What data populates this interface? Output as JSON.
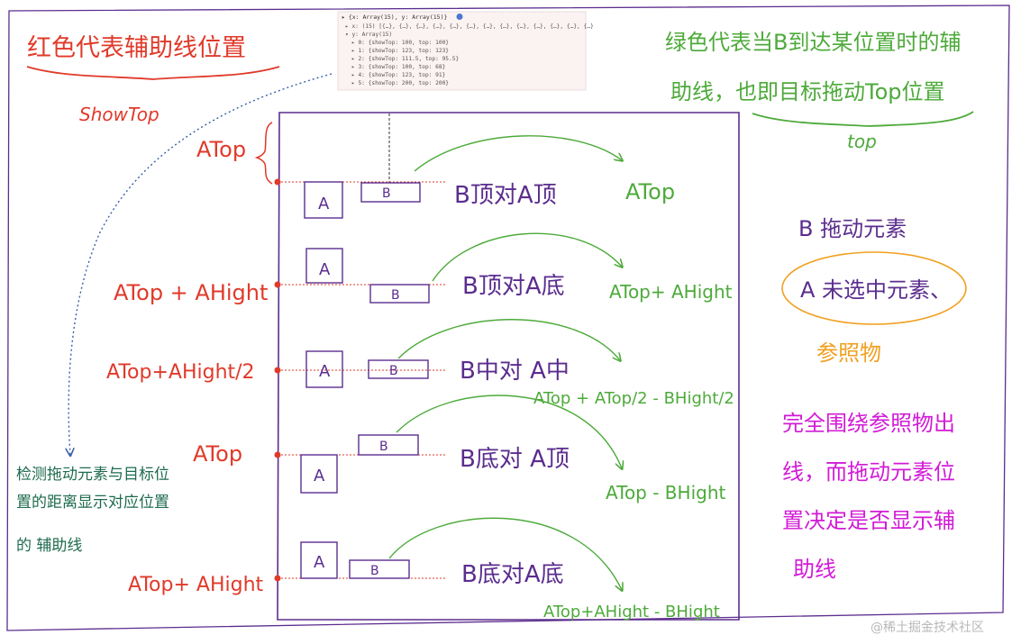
{
  "colors": {
    "red": "#e03a2a",
    "green": "#4daa3a",
    "purple": "#5b2d8e",
    "magenta": "#d11bd6",
    "orange": "#f0a020",
    "teal": "#1e6b4e"
  },
  "header": {
    "red_title": "红色代表辅助线位置",
    "red_sub": "ShowTop",
    "green_title_line1": "绿色代表当B到达某位置时的辅",
    "green_title_line2": "助线，也即目标拖动Top位置",
    "green_sub": "top"
  },
  "console": {
    "line0": "▸ {x: Array(15), y: Array(15)}",
    "line1": "▸ x: (15) [{…}, {…}, {…}, {…}, {…}, {…}, {…}, {…}, {…}, {…}, {…}, {…}, {…}",
    "line2": "▾ y: Array(15)",
    "rows": [
      "▸ 0: {showTop: 100, top: 100}",
      "▸ 1: {showTop: 123, top: 123}",
      "▸ 2: {showTop: 111.5, top: 95.5}",
      "▸ 3: {showTop: 100, top: 68}",
      "▸ 4: {showTop: 123, top: 91}",
      "▸ 5: {showTop: 200, top: 200}"
    ]
  },
  "left_labels": {
    "atop_brace": "ATop",
    "row2": "ATop + AHight",
    "row3": "ATop+AHight/2",
    "row4": "ATop",
    "row5": "ATop+ AHight"
  },
  "row_labels": {
    "r1": "B顶对A顶",
    "r2": "B顶对A底",
    "r3": "B中对 A中",
    "r4": "B底对 A顶",
    "r5": "B底对A底"
  },
  "green_formulas": {
    "r1": "ATop",
    "r2": "ATop+ AHight",
    "r3": "ATop + ATop/2 - BHight/2",
    "r4": "ATop - BHight",
    "r5": "ATop+AHight - BHight"
  },
  "boxes": {
    "a": "A",
    "b": "B"
  },
  "legend": {
    "b_label": "B 拖动元素",
    "a_label": "A 未选中元素、",
    "ref_label": "参照物"
  },
  "left_note": [
    "检测拖动元素与目标位",
    "置的距离显示对应位置",
    "的 辅助线"
  ],
  "magenta_note": [
    "完全围绕参照物出",
    "线，而拖动元素位",
    "置决定是否显示辅",
    "助线"
  ],
  "watermark": "@稀土掘金技术社区"
}
